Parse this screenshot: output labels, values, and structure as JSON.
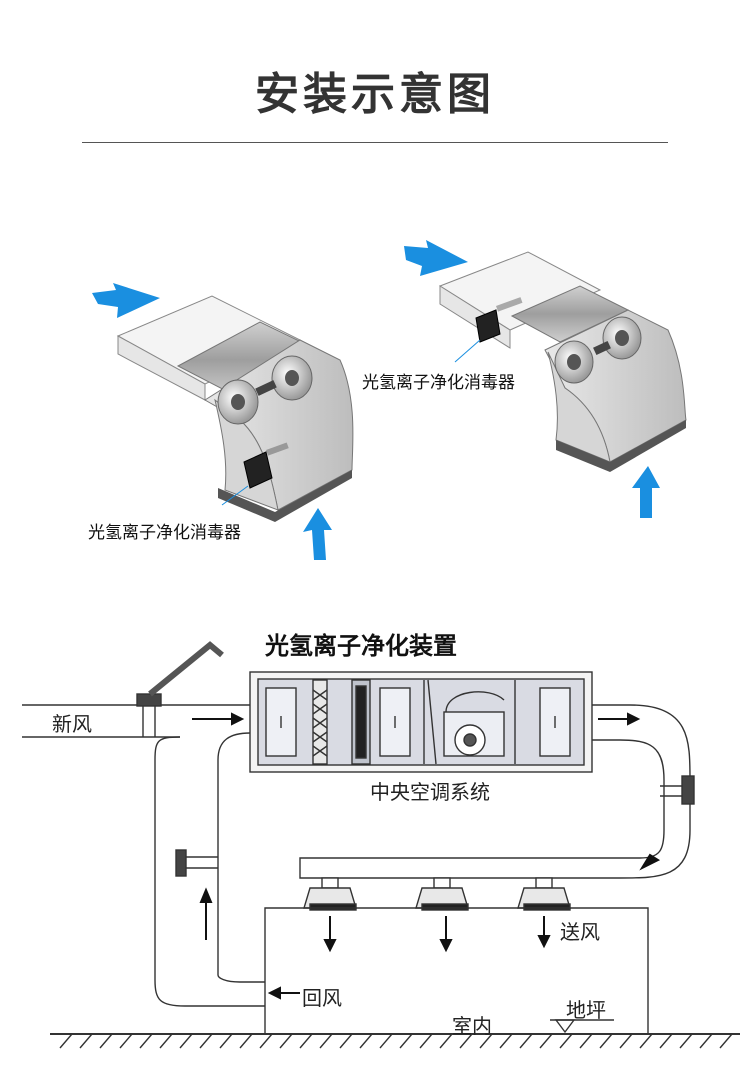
{
  "header": {
    "title": "安装示意图"
  },
  "top_diagram": {
    "left_unit_label": "光氢离子净化消毒器",
    "right_unit_label": "光氢离子净化消毒器",
    "airflow_color": "#1a8fe0"
  },
  "system_diagram": {
    "device_title": "光氢离子净化装置",
    "ahu_label": "中央空调系统",
    "fresh_air_label": "新风",
    "supply_air_label": "送风",
    "return_air_label": "回风",
    "indoor_label": "室内",
    "floor_label": "地坪"
  }
}
